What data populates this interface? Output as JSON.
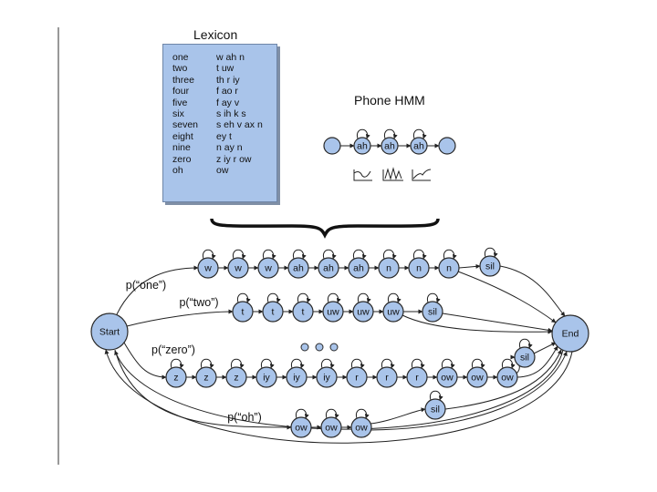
{
  "lexicon": {
    "title": "Lexicon",
    "entries": [
      {
        "word": "one",
        "pron": "w ah n"
      },
      {
        "word": "two",
        "pron": "t uw"
      },
      {
        "word": "three",
        "pron": "th r iy"
      },
      {
        "word": "four",
        "pron": "f ao r"
      },
      {
        "word": "five",
        "pron": "f ay v"
      },
      {
        "word": "six",
        "pron": "s ih k s"
      },
      {
        "word": "seven",
        "pron": "s eh v ax n"
      },
      {
        "word": "eight",
        "pron": "ey t"
      },
      {
        "word": "nine",
        "pron": "n ay n"
      },
      {
        "word": "zero",
        "pron": "z iy r ow"
      },
      {
        "word": "oh",
        "pron": "ow"
      }
    ]
  },
  "phone_hmm": {
    "title": "Phone HMM",
    "states": [
      "ah",
      "ah",
      "ah"
    ]
  },
  "network": {
    "start_label": "Start",
    "end_label": "End",
    "ellipsis": "• • •",
    "rows": [
      {
        "prob_label": "p(“one”)",
        "phones": [
          "w",
          "w",
          "w",
          "ah",
          "ah",
          "ah",
          "n",
          "n",
          "n"
        ],
        "sil": "sil"
      },
      {
        "prob_label": "p(“two”)",
        "phones": [
          "t",
          "t",
          "t",
          "uw",
          "uw",
          "uw"
        ],
        "sil": "sil"
      },
      {
        "prob_label": "p(“zero”)",
        "phones": [
          "z",
          "z",
          "z",
          "iy",
          "iy",
          "iy",
          "r",
          "r",
          "r",
          "ow",
          "ow",
          "ow"
        ],
        "sil": "sil"
      },
      {
        "prob_label": "p(“oh”)",
        "phones": [
          "ow",
          "ow",
          "ow"
        ],
        "sil": "sil"
      }
    ]
  },
  "colors": {
    "node_fill": "#a9c4ea",
    "node_stroke": "#2a2a2a",
    "edge": "#222222"
  }
}
